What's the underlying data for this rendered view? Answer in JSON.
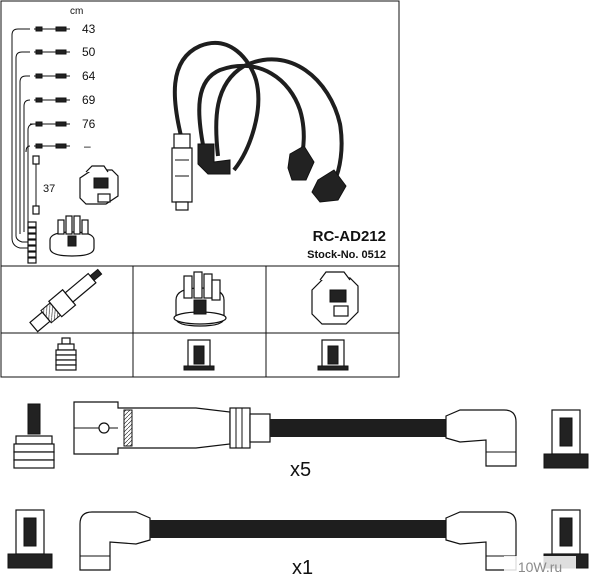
{
  "legend": {
    "unit": "cm",
    "lengths": [
      "43",
      "50",
      "64",
      "69",
      "76",
      "–"
    ],
    "side_length": "37"
  },
  "product": {
    "part_number": "RC-AD212",
    "stock_number": "Stock-No. 0512"
  },
  "quantities": {
    "set_a": "x5",
    "set_b": "x1"
  },
  "watermark": "10W.ru",
  "colors": {
    "line": "#111111",
    "cable": "#1e1e1e",
    "background": "#ffffff"
  }
}
